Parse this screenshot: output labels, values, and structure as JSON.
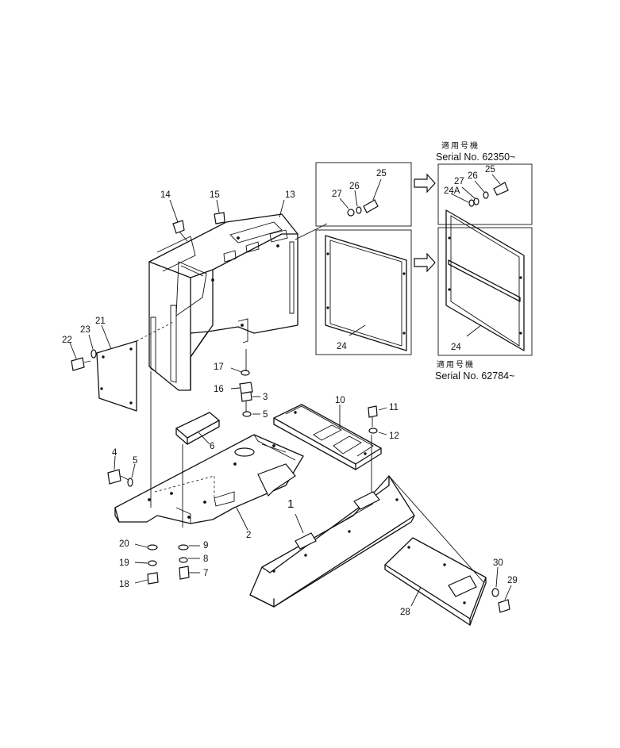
{
  "labels": {
    "p1": "1",
    "p2": "2",
    "p3": "3",
    "p4": "4",
    "p5a": "5",
    "p5b": "5",
    "p6": "6",
    "p7": "7",
    "p8": "8",
    "p9": "9",
    "p10": "10",
    "p11": "11",
    "p12": "12",
    "p13": "13",
    "p14": "14",
    "p15": "15",
    "p16": "16",
    "p17": "17",
    "p18": "18",
    "p19": "19",
    "p20": "20",
    "p21": "21",
    "p22": "22",
    "p23": "23",
    "p24a": "24",
    "p24b": "24",
    "p24c": "24A",
    "p25a": "25",
    "p25b": "25",
    "p26a": "26",
    "p26b": "26",
    "p27a": "27",
    "p27b": "27",
    "p28": "28",
    "p29": "29",
    "p30": "30"
  },
  "notes": {
    "top_jp": "適用号機",
    "top_serial": "Serial No. 62350~",
    "bottom_jp": "適用号機",
    "bottom_serial": "Serial No. 62784~"
  }
}
